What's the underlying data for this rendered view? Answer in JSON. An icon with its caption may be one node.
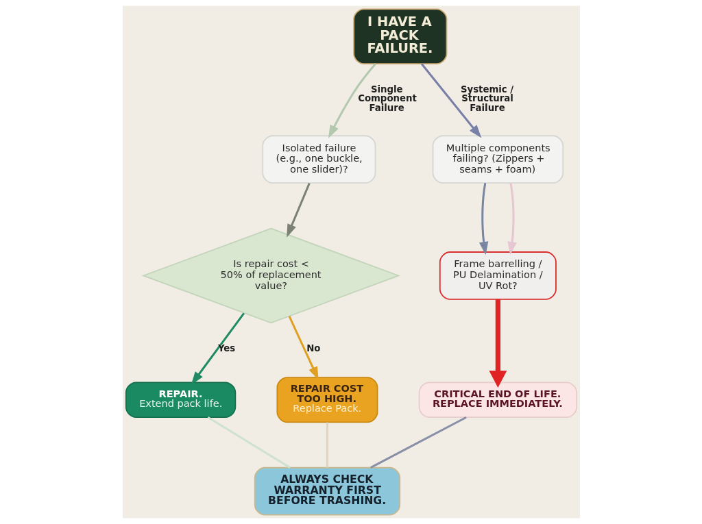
{
  "diagram": {
    "nodes": [
      {
        "text": [
          "I HAVE A PACK FAILURE."
        ]
      },
      {
        "text": [
          "Isolated failure (e.g., one buckle, one slider)?"
        ]
      },
      {
        "text": [
          "Multiple components failing? (Zippers + seams + foam)"
        ]
      },
      {
        "text": [
          "Is repair cost < 50% of replacement value?"
        ]
      },
      {
        "text": [
          "Frame barrelling / PU Delamination / UV Rot?"
        ]
      },
      {
        "text": [
          "REPAIR.",
          "Extend pack life."
        ]
      },
      {
        "text": [
          "REPAIR COST TOO HIGH.",
          "Replace Pack."
        ]
      },
      {
        "text": [
          "CRITICAL END OF LIFE. REPLACE IMMEDIATELY."
        ]
      },
      {
        "text": [
          "ALWAYS CHECK WARRANTY FIRST BEFORE TRASHING."
        ]
      }
    ],
    "edges": [
      {
        "from": 0,
        "to": 1,
        "arrow": "to",
        "label": "Single Component Failure",
        "color": "#b4c8b0"
      },
      {
        "from": 0,
        "to": 2,
        "arrow": "to",
        "label": "Systemic / Structural Failure",
        "color": "#7880a8"
      },
      {
        "from": 1,
        "to": 3,
        "arrow": "to",
        "color": "#7c8274"
      },
      {
        "from": 2,
        "to": 4,
        "arrow": "to",
        "color": "#7886a2"
      },
      {
        "from": 2,
        "to": 4,
        "arrow": "to",
        "color": "#e6c6d0"
      },
      {
        "from": 3,
        "to": 5,
        "arrow": "to",
        "label": "Yes",
        "color": "#1f8a63"
      },
      {
        "from": 3,
        "to": 6,
        "arrow": "to",
        "label": "No",
        "color": "#e0a024"
      },
      {
        "from": 4,
        "to": 7,
        "arrow": "to",
        "style": "thick",
        "color": "#e02424"
      },
      {
        "from": 5,
        "to": 8,
        "arrow": "none",
        "color": "#cfe2d2"
      },
      {
        "from": 6,
        "to": 8,
        "arrow": "none",
        "color": "#ddd4c2"
      },
      {
        "from": 7,
        "to": 8,
        "arrow": "none",
        "color": "#8890a8"
      }
    ]
  }
}
